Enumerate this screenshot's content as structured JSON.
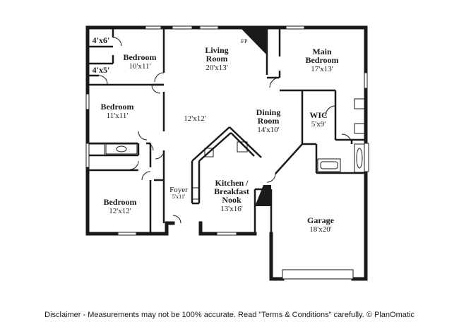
{
  "rooms": {
    "closet_a": {
      "size": "4'x6'"
    },
    "closet_b": {
      "size": "4'x5'"
    },
    "bedroom_nw": {
      "name": "Bedroom",
      "size": "10'x11'"
    },
    "bedroom_w": {
      "name": "Bedroom",
      "size": "11'x11'"
    },
    "bedroom_sw": {
      "name": "Bedroom",
      "size": "12'x12'"
    },
    "living": {
      "name_1": "Living",
      "name_2": "Room",
      "size": "20'x13'"
    },
    "fireplace": {
      "name": "FP"
    },
    "hall": {
      "size": "12'x12'"
    },
    "dining": {
      "name_1": "Dining",
      "name_2": "Room",
      "size": "14'x10'"
    },
    "main_bedroom": {
      "name_1": "Main",
      "name_2": "Bedroom",
      "size": "17'x13'"
    },
    "wic": {
      "name": "WIC",
      "size": "5'x9'"
    },
    "foyer": {
      "name": "Foyer",
      "size": "5'x11'"
    },
    "kitchen": {
      "name_1": "Kitchen /",
      "name_2": "Breakfast",
      "name_3": "Nook",
      "size": "13'x16'"
    },
    "garage": {
      "name": "Garage",
      "size": "18'x20'"
    }
  },
  "disclaimer": "Disclaimer - Measurements may not be 100% accurate. Read \"Terms & Conditions\" carefully. © PlanOmatic"
}
